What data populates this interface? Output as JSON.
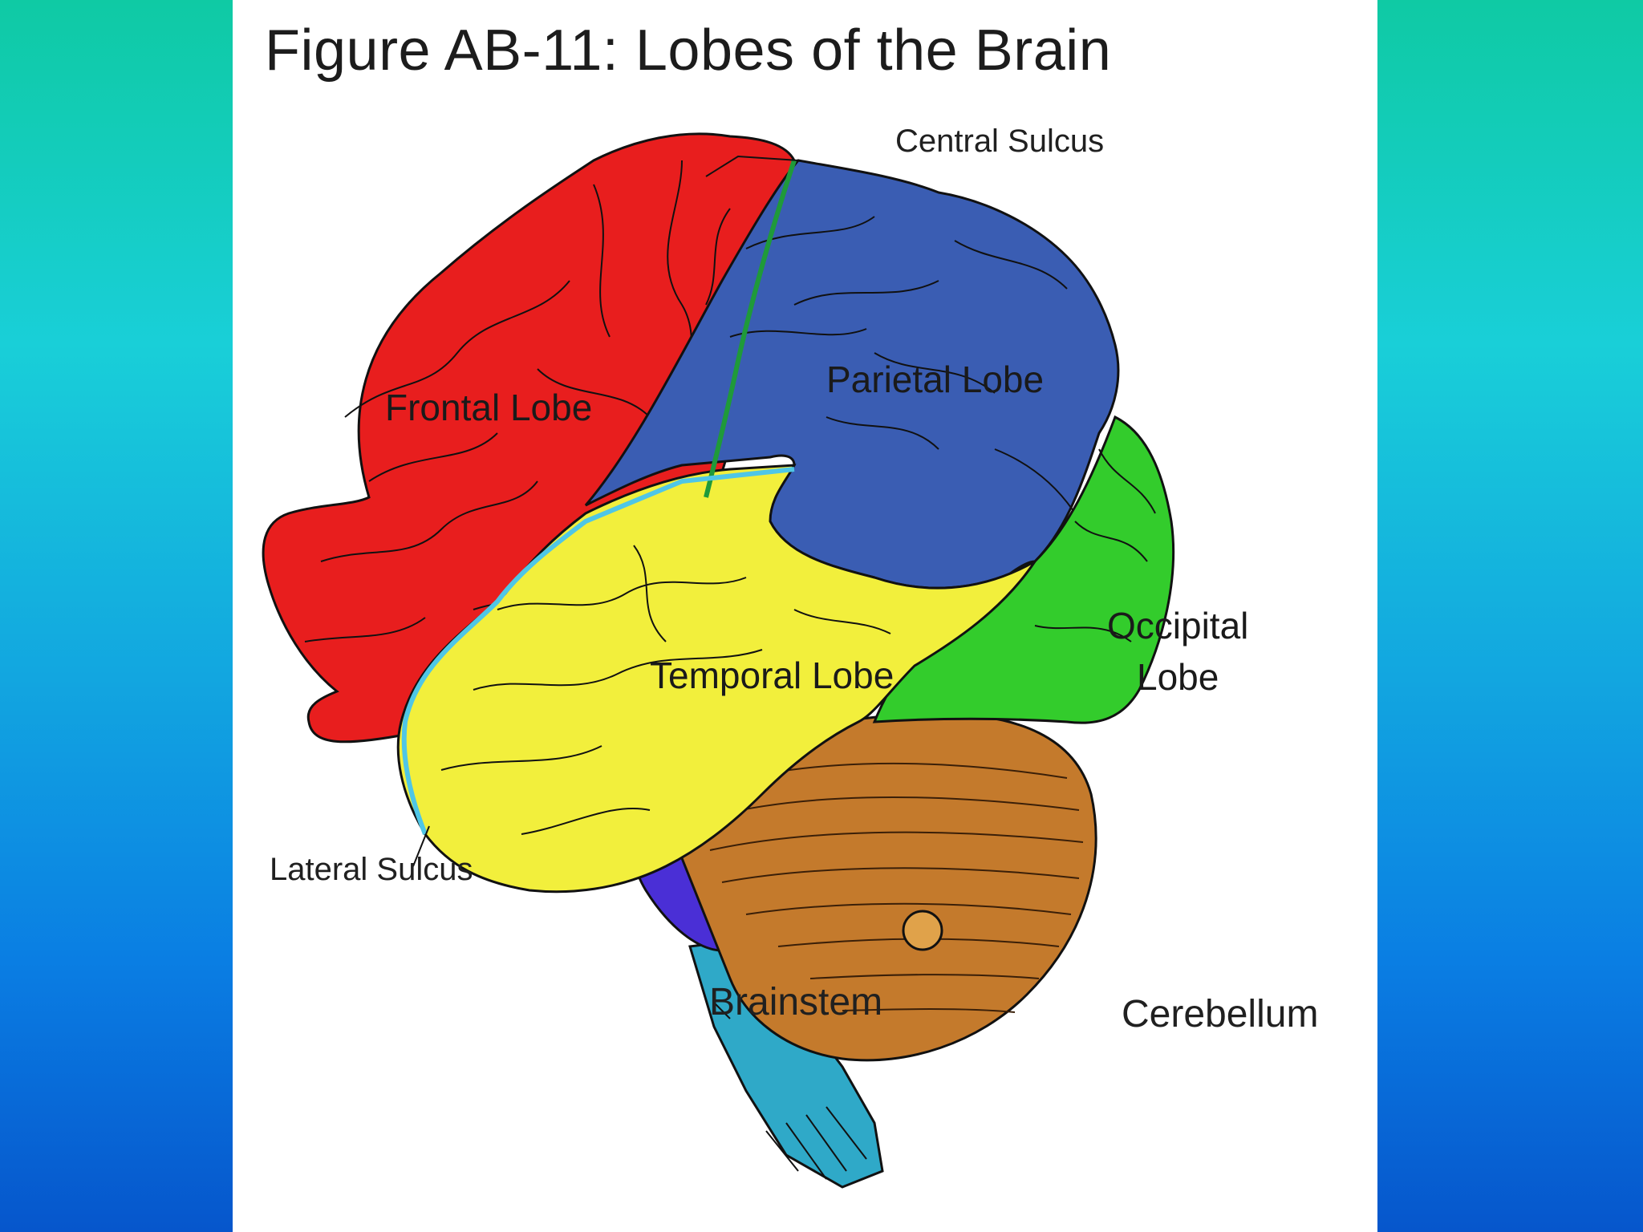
{
  "figure": {
    "title": "Figure AB-11: Lobes of the Brain"
  },
  "labels": {
    "central_sulcus": "Central Sulcus",
    "frontal_lobe": "Frontal Lobe",
    "parietal_lobe": "Parietal Lobe",
    "temporal_lobe": "Temporal Lobe",
    "occipital_lobe_line1": "Occipital",
    "occipital_lobe_line2": "Lobe",
    "lateral_sulcus": "Lateral Sulcus",
    "brainstem": "Brainstem",
    "cerebellum": "Cerebellum"
  },
  "colors": {
    "frontal": "#e81e1e",
    "parietal": "#3a5db3",
    "temporal": "#f2ef3c",
    "occipital": "#33cc2c",
    "cerebellum": "#c47a2c",
    "brainstem": "#2fa9c8",
    "pons": "#4a2fd6",
    "lateral_sulcus_edge": "#4fc6e6",
    "central_sulcus_edge": "#1f9a3a"
  }
}
